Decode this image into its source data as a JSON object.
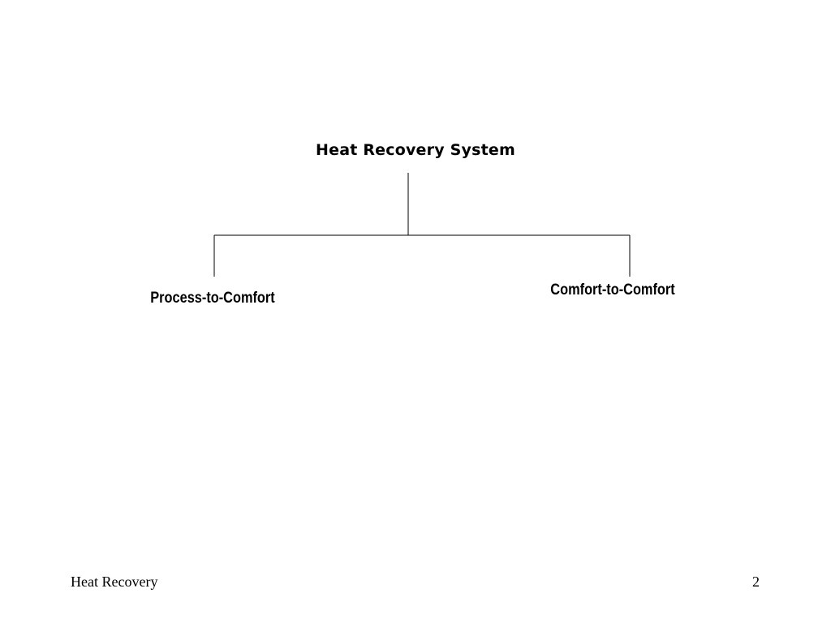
{
  "diagram": {
    "root": "Heat Recovery System",
    "children": [
      {
        "label": "Process-to-Comfort"
      },
      {
        "label": "Comfort-to-Comfort"
      }
    ]
  },
  "footer": {
    "title": "Heat Recovery",
    "page_number": "2"
  }
}
